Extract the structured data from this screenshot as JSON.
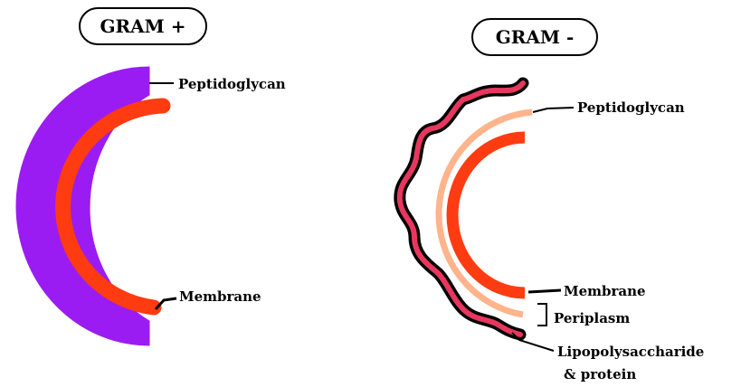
{
  "gram_positive": {
    "title": "GRAM +",
    "labels": {
      "peptidoglycan": "Peptidoglycan",
      "membrane": "Membrane"
    }
  },
  "gram_negative": {
    "title": "GRAM -",
    "labels": {
      "peptidoglycan": "Peptidoglycan",
      "membrane": "Membrane",
      "periplasm": "Periplasm",
      "lps_line1": "Lipopolysaccharide",
      "lps_line2": "& protein"
    }
  },
  "colors": {
    "peptidoglycan_positive": "#9b1cf2",
    "membrane": "#ff3b12",
    "peptidoglycan_negative": "#ffb48c",
    "outer_membrane": "#e8375f",
    "outline": "#000000"
  }
}
